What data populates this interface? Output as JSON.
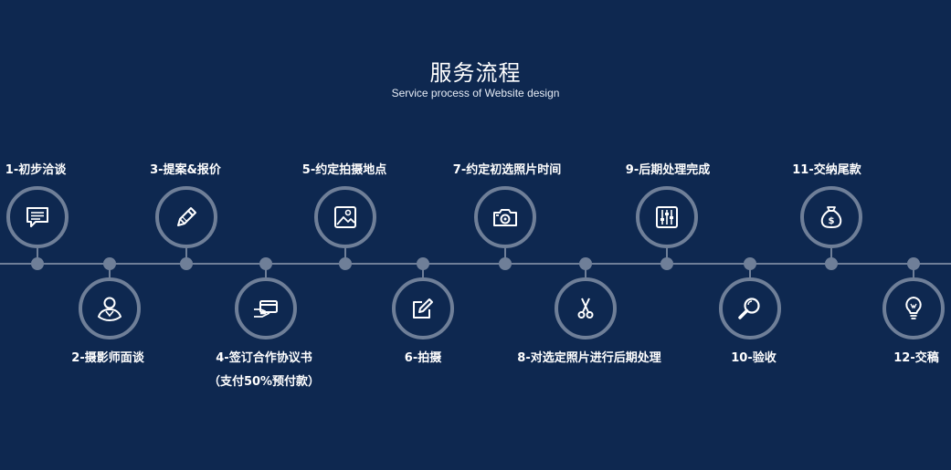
{
  "header": {
    "title": "服务流程",
    "subtitle": "Service process of Website design"
  },
  "steps": [
    {
      "label": "1-初步洽谈",
      "sub": "",
      "icon": "chat-icon"
    },
    {
      "label": "2-摄影师面谈",
      "sub": "",
      "icon": "user-icon"
    },
    {
      "label": "3-提案&报价",
      "sub": "",
      "icon": "pencil-icon"
    },
    {
      "label": "4-签订合作协议书",
      "sub": "（支付50%预付款）",
      "icon": "card-payment-icon"
    },
    {
      "label": "5-约定拍摄地点",
      "sub": "",
      "icon": "image-icon"
    },
    {
      "label": "6-拍摄",
      "sub": "",
      "icon": "edit-icon"
    },
    {
      "label": "7-约定初选照片时间",
      "sub": "",
      "icon": "camera-icon"
    },
    {
      "label": "8-对选定照片进行后期处理",
      "sub": "",
      "icon": "scissors-icon"
    },
    {
      "label": "9-后期处理完成",
      "sub": "",
      "icon": "sliders-icon"
    },
    {
      "label": "10-验收",
      "sub": "",
      "icon": "magnifier-icon"
    },
    {
      "label": "11-交纳尾款",
      "sub": "",
      "icon": "money-bag-icon"
    },
    {
      "label": "12-交稿",
      "sub": "",
      "icon": "lightbulb-icon"
    }
  ]
}
